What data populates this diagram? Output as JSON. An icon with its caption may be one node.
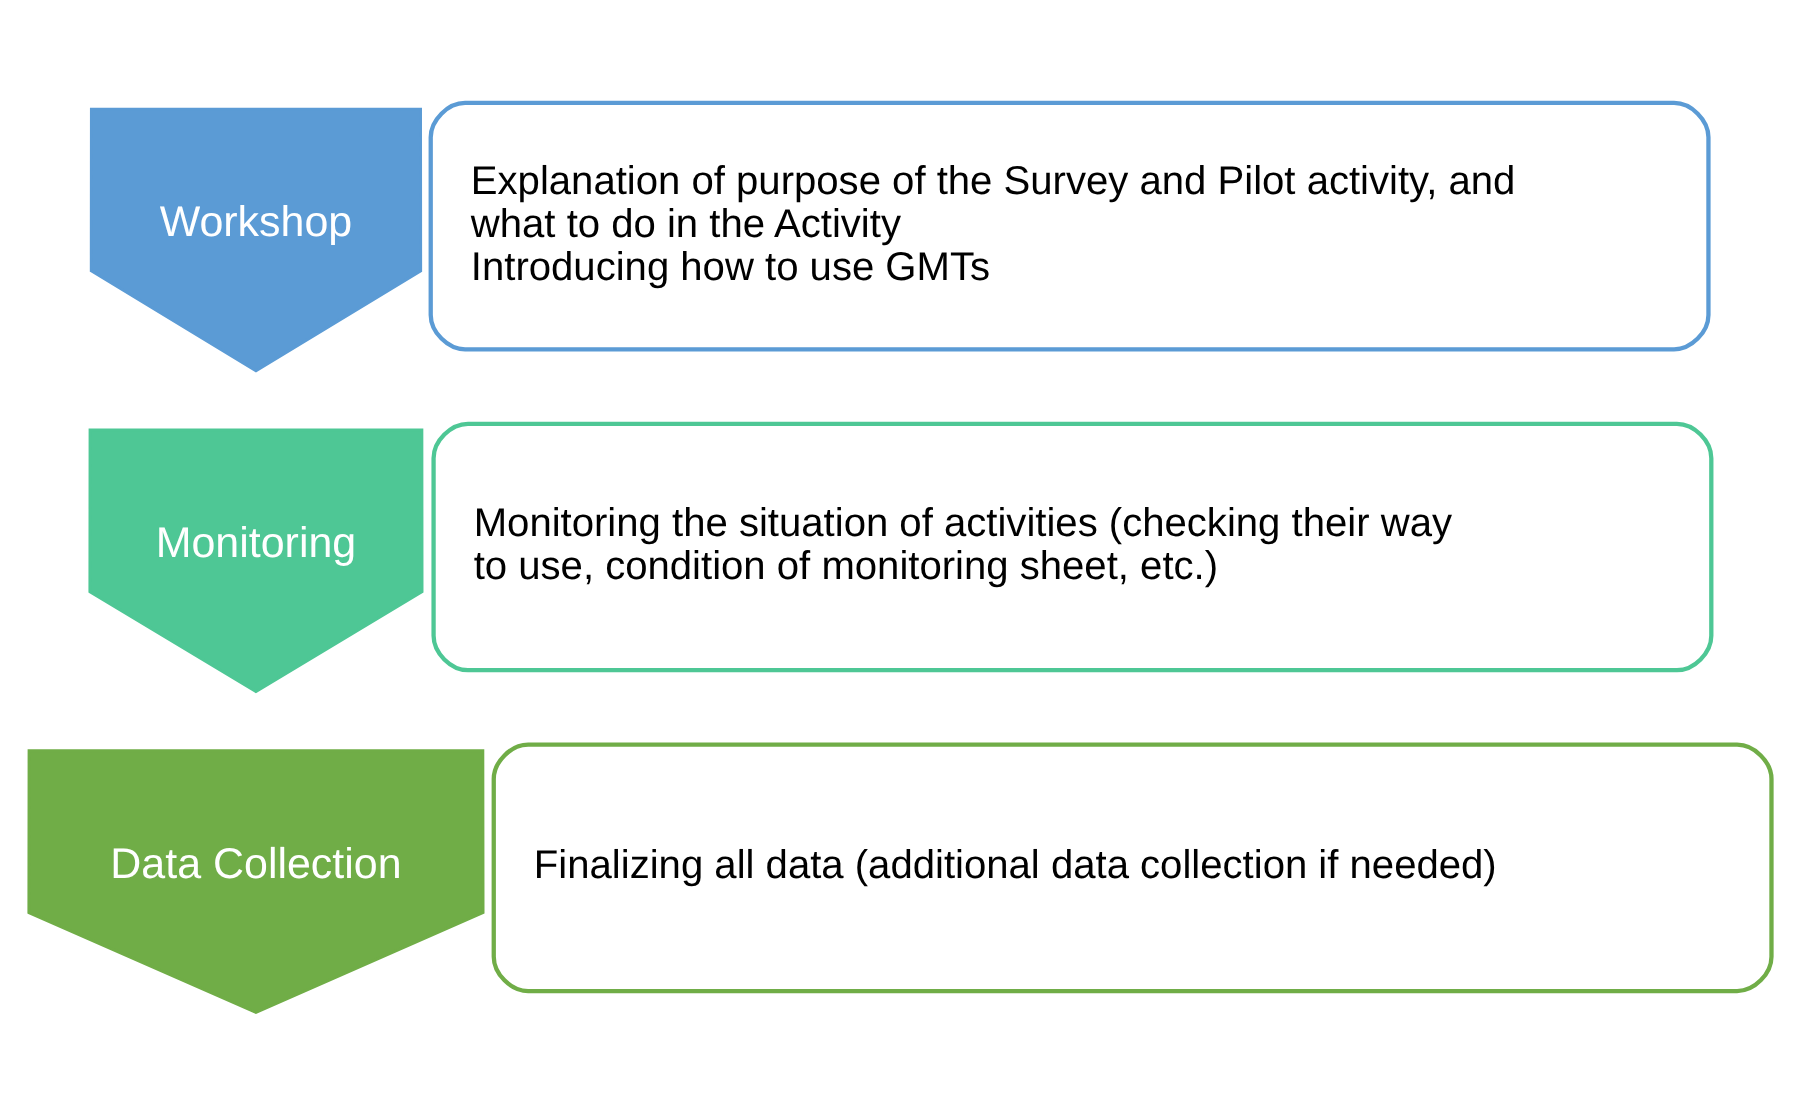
{
  "diagram": {
    "nodes": [
      {
        "text": [
          "Workshop"
        ]
      },
      {
        "text": [
          "Explanation of purpose of the Survey and Pilot activity, and what to do in the Activity",
          "Introducing how to use GMTs"
        ]
      },
      {
        "text": [
          "Monitoring"
        ]
      },
      {
        "text": [
          "Monitoring the situation of activities (checking their way to use, condition of monitoring sheet, etc.)"
        ]
      },
      {
        "text": [
          "Data Collection"
        ]
      },
      {
        "text": [
          "Finalizing all data (additional data collection if needed)"
        ]
      }
    ]
  }
}
